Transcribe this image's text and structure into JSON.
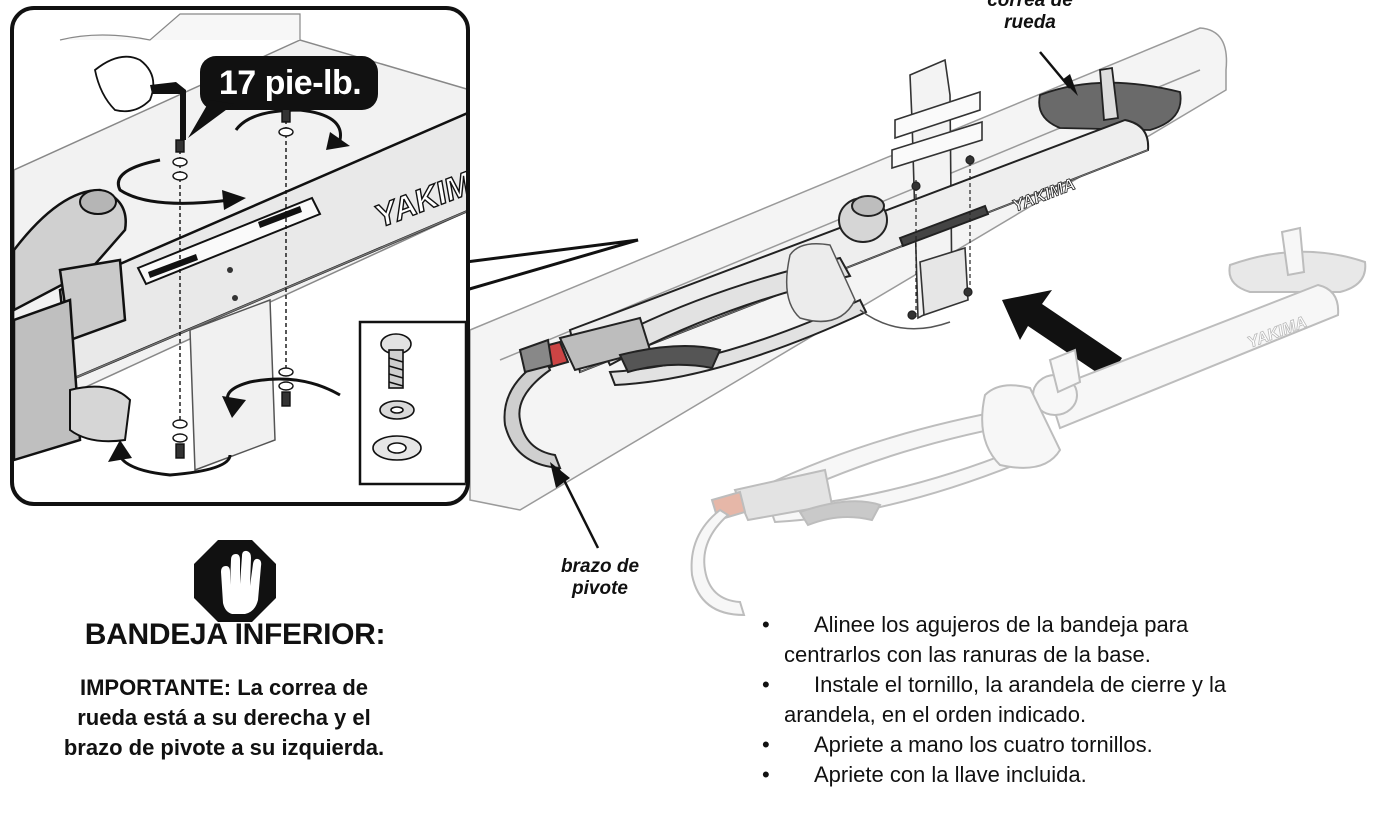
{
  "diagram": {
    "torque_label": "17 pie-lb.",
    "brand_text": "YAKIMA",
    "callouts": {
      "wheel_strap": {
        "line1": "correa de",
        "line2": "rueda"
      },
      "pivot_arm": {
        "line1": "brazo de",
        "line2": "pivote"
      }
    },
    "stop_icon": "stop-hand-icon"
  },
  "section": {
    "title": "BANDEJA INFERIOR:",
    "note_lines": [
      "IMPORTANTE:  La correa de",
      "rueda está a su derecha y el",
      "brazo de pivote a su izquierda."
    ]
  },
  "steps": [
    {
      "line1": "Alinee los agujeros de la bandeja para",
      "line2": "centrarlos con las ranuras de la base."
    },
    {
      "line1": "Instale el tornillo, la arandela de cierre y la",
      "line2": "arandela, en el orden indicado."
    },
    {
      "line1": "Apriete a mano los cuatro tornillos.",
      "line2": ""
    },
    {
      "line1": "Apriete con la llave incluida.",
      "line2": ""
    }
  ],
  "colors": {
    "ink": "#111111",
    "line": "#222222",
    "fill_light": "#f1f1f1",
    "fill_mid": "#d9d9d9",
    "faded": "#c8c8c8"
  }
}
